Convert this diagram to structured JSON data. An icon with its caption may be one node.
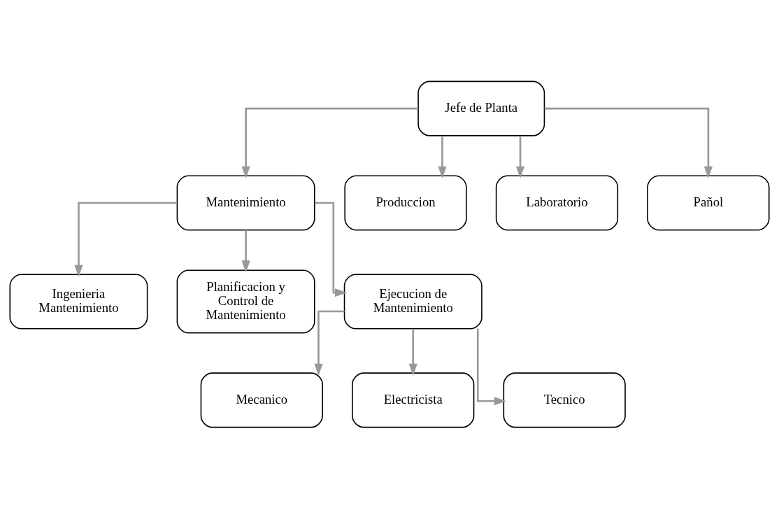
{
  "diagram": {
    "nodes": [
      {
        "text": [
          "Jefe de Planta"
        ]
      },
      {
        "text": [
          "Mantenimiento"
        ]
      },
      {
        "text": [
          "Produccion"
        ]
      },
      {
        "text": [
          "Laboratorio"
        ]
      },
      {
        "text": [
          "Pañol"
        ]
      },
      {
        "text": [
          "Ingenieria Mantenimiento"
        ]
      },
      {
        "text": [
          "Planificacion y Control de Mantenimiento"
        ]
      },
      {
        "text": [
          "Ejecucion de Mantenimiento"
        ]
      },
      {
        "text": [
          "Mecanico"
        ]
      },
      {
        "text": [
          "Electricista"
        ]
      },
      {
        "text": [
          "Tecnico"
        ]
      }
    ],
    "edges": [
      {
        "from": 0,
        "to": 1,
        "arrow": "to"
      },
      {
        "from": 0,
        "to": 2,
        "arrow": "to"
      },
      {
        "from": 0,
        "to": 3,
        "arrow": "to"
      },
      {
        "from": 0,
        "to": 4,
        "arrow": "to"
      },
      {
        "from": 1,
        "to": 5,
        "arrow": "to"
      },
      {
        "from": 1,
        "to": 6,
        "arrow": "to"
      },
      {
        "from": 1,
        "to": 7,
        "arrow": "to"
      },
      {
        "from": 7,
        "to": 8,
        "arrow": "to"
      },
      {
        "from": 7,
        "to": 9,
        "arrow": "to"
      },
      {
        "from": 7,
        "to": 10,
        "arrow": "to"
      }
    ]
  }
}
